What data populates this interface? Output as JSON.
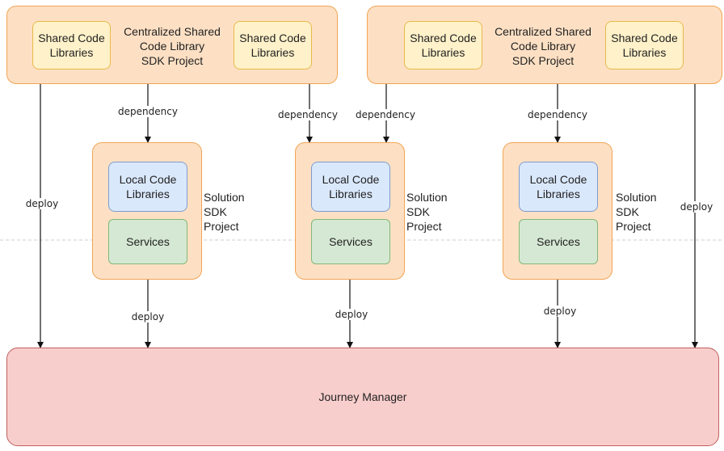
{
  "centralized": [
    {
      "title": "Centralized Shared\nCode Library\nSDK Project",
      "left_box": "Shared Code\nLibraries",
      "right_box": "Shared Code\nLibraries"
    },
    {
      "title": "Centralized Shared\nCode Library\nSDK Project",
      "left_box": "Shared Code\nLibraries",
      "right_box": "Shared Code\nLibraries"
    }
  ],
  "solutions": [
    {
      "local": "Local Code\nLibraries",
      "services": "Services",
      "caption": "Solution\nSDK\nProject"
    },
    {
      "local": "Local Code\nLibraries",
      "services": "Services",
      "caption": "Solution\nSDK\nProject"
    },
    {
      "local": "Local Code\nLibraries",
      "services": "Services",
      "caption": "Solution\nSDK\nProject"
    }
  ],
  "journey_manager": "Journey Manager",
  "edge_labels": {
    "dependency": "dependency",
    "deploy": "deploy"
  }
}
